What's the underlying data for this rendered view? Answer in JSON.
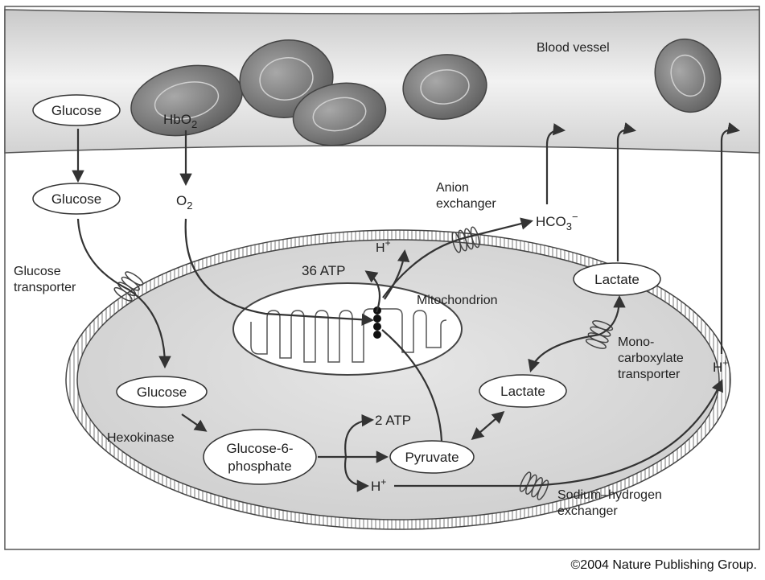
{
  "labels": {
    "blood_vessel": "Blood vessel",
    "glucose_blood": "Glucose",
    "hbo2_main": "HbO",
    "hbo2_sub": "2",
    "glucose_interstitial": "Glucose",
    "o2_main": "O",
    "o2_sub": "2",
    "anion_exchanger_1": "Anion",
    "anion_exchanger_2": "exchanger",
    "hco3_main": "HCO",
    "hco3_sub": "3",
    "hco3_sup": "−",
    "h_plus_top": "H",
    "plus": "+",
    "atp36": "36 ATP",
    "mitochondrion": "Mitochondrion",
    "glucose_transporter_1": "Glucose",
    "glucose_transporter_2": "transporter",
    "lactate_outside": "Lactate",
    "mct_1": "Mono-",
    "mct_2": "carboxylate",
    "mct_3": "transporter",
    "h_plus_right": "H",
    "glucose_cell": "Glucose",
    "lactate_cell": "Lactate",
    "hexokinase": "Hexokinase",
    "atp2": "2 ATP",
    "g6p_1": "Glucose-6-",
    "g6p_2": "phosphate",
    "pyruvate": "Pyruvate",
    "h_plus_bottom": "H",
    "nhe_1": "Sodium–hydrogen",
    "nhe_2": "exchanger",
    "credit": "©2004 Nature Publishing Group."
  }
}
